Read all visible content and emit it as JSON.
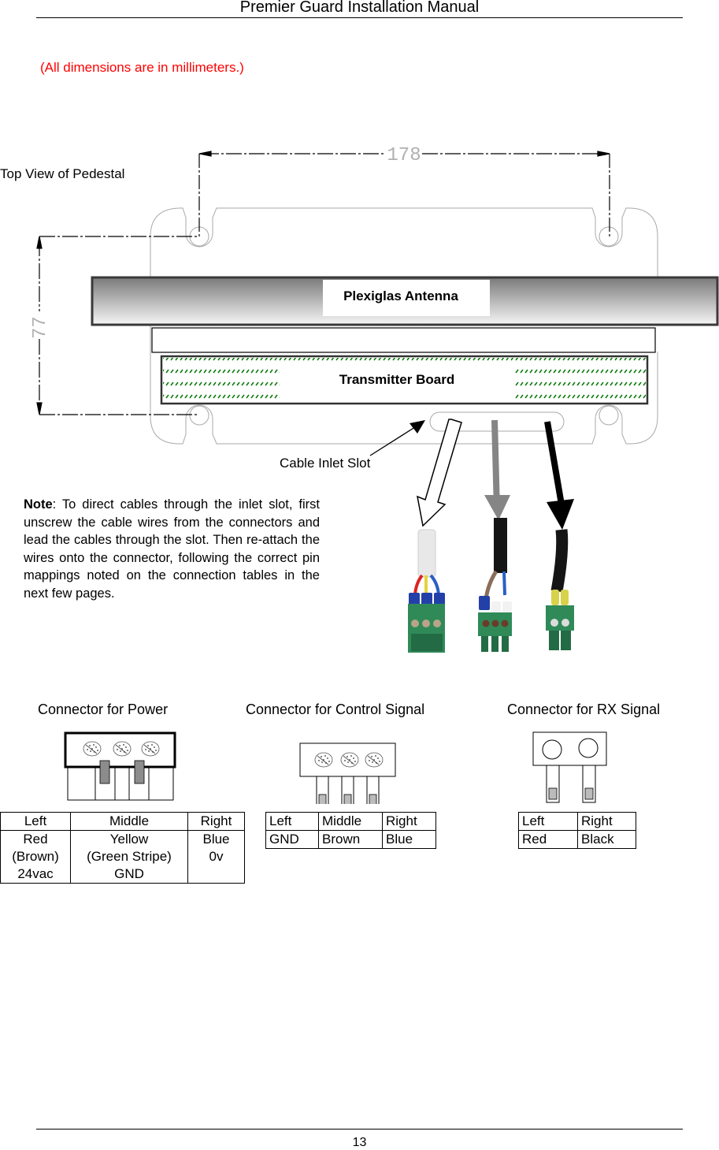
{
  "header": {
    "title": "Premier Guard Installation Manual"
  },
  "dimensions_note": "(All dimensions are in millimeters.)",
  "drawing": {
    "view_label": "Top View of Pedestal",
    "width_dimension": "178",
    "height_dimension": "77",
    "antenna_label": "Plexiglas Antenna",
    "board_label": "Transmitter Board",
    "slot_label": "Cable Inlet Slot",
    "colors": {
      "hatch": "#0a7a0a",
      "antenna_border": "#3a3a3a",
      "dim_text": "#b0b0b0"
    }
  },
  "note": {
    "lead": "Note",
    "text": ": To direct cables through the inlet slot, first unscrew the cable wires from the connectors and lead the cables through the slot. Then re-attach the wires onto the connector, following the correct pin mappings noted on the connection tables in the next few pages."
  },
  "cables": [
    {
      "name": "power-cable",
      "arrow": "white-outline"
    },
    {
      "name": "control-cable",
      "arrow": "gray"
    },
    {
      "name": "rx-cable",
      "arrow": "black"
    }
  ],
  "connectors": {
    "power": {
      "title": "Connector for Power",
      "headers": [
        "Left",
        "Middle",
        "Right"
      ],
      "rows": [
        [
          "Red",
          "Yellow",
          "Blue"
        ],
        [
          "(Brown)",
          "(Green Stripe)",
          "0v"
        ],
        [
          "24vac",
          "GND",
          ""
        ]
      ]
    },
    "control": {
      "title": "Connector for Control Signal",
      "headers": [
        "Left",
        "Middle",
        "Right"
      ],
      "rows": [
        [
          "GND",
          "Brown",
          "Blue"
        ]
      ]
    },
    "rx": {
      "title": "Connector for RX Signal",
      "headers": [
        "Left",
        "Right"
      ],
      "rows": [
        [
          "Red",
          "Black"
        ]
      ]
    }
  },
  "footer": {
    "page_number": "13"
  }
}
